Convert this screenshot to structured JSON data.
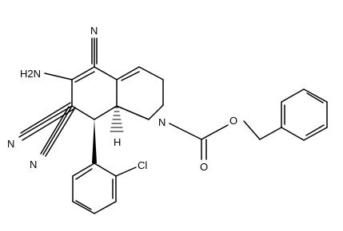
{
  "labels": {
    "n_cyano_top": "N",
    "n_cyano_left1": "N",
    "n_cyano_left2": "N",
    "amino": "H2N",
    "ring_n": "N",
    "stereo_h": "H",
    "carbonyl_o": "O",
    "ester_o": "O",
    "chloro": "Cl"
  }
}
